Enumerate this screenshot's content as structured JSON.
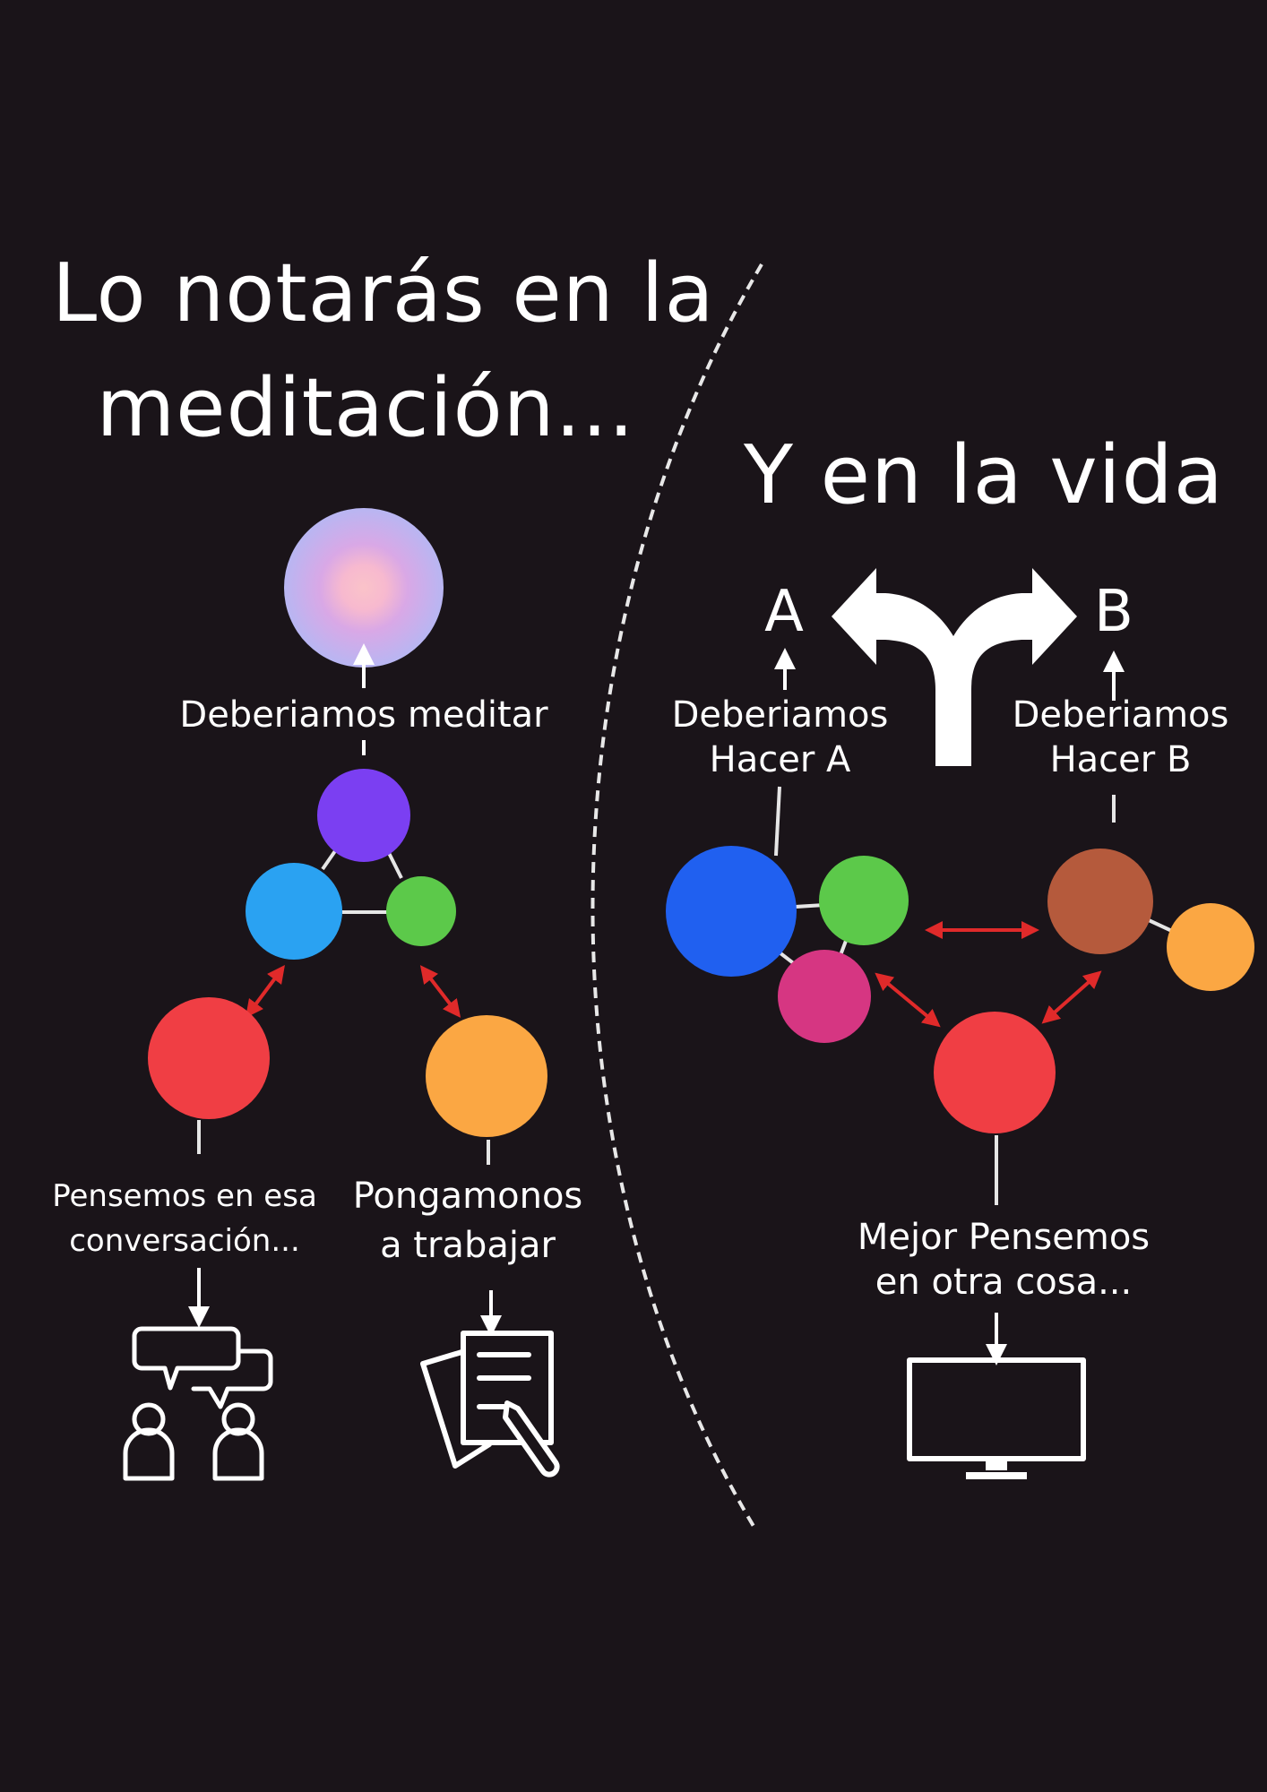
{
  "left": {
    "title_line1": "Lo notarás en la",
    "title_line2": "meditación...",
    "meditate_label": "Deberiamos meditar",
    "conversation_label_1": "Pensemos en esa",
    "conversation_label_2": "conversación...",
    "work_label_1": "Pongamonos",
    "work_label_2": "a trabajar"
  },
  "right": {
    "title": "Y en la vida",
    "option_a_letter": "A",
    "option_b_letter": "B",
    "option_a_label_1": "Deberiamos",
    "option_a_label_2": "Hacer A",
    "option_b_label_1": "Deberiamos",
    "option_b_label_2": "Hacer B",
    "other_label_1": "Mejor Pensemos",
    "other_label_2": "en otra cosa..."
  },
  "colors": {
    "background": "#1a1419",
    "purple": "#7b3ff2",
    "light_blue": "#2aa2f2",
    "green": "#5cc94a",
    "red": "#f03e44",
    "orange": "#fba743",
    "blue": "#2060f0",
    "magenta": "#d63682",
    "brown": "#b55a3c",
    "arrow_red": "#e02a2a",
    "orb_outer": "#bcb7f2",
    "orb_inner": "#f9c2cc"
  },
  "icons": {
    "orb": "glowing-orb-icon",
    "fork": "fork-arrow-icon",
    "conversation": "conversation-people-icon",
    "documents": "documents-pen-icon",
    "monitor": "monitor-icon"
  }
}
